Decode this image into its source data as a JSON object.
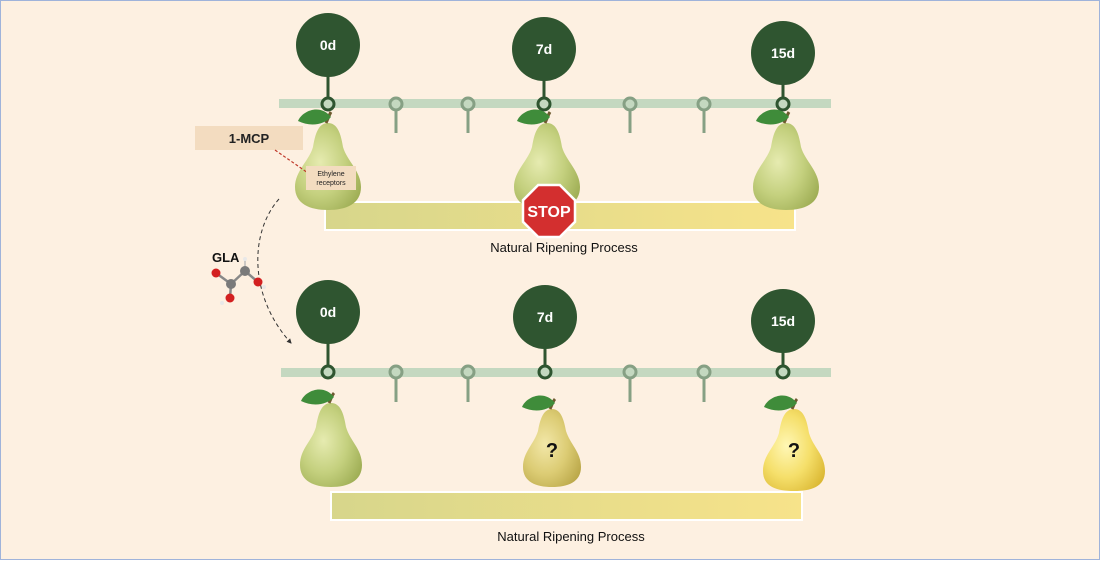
{
  "colors": {
    "background": "#fdf0e1",
    "badge": "#2f5530",
    "timeline": "#c4d8c0",
    "pin": "#86a084",
    "stop": "#d32f2f",
    "callout": "#f3dcc0"
  },
  "top_timeline": {
    "days": [
      "0d",
      "7d",
      "15d"
    ],
    "pears": [
      {
        "color": "green",
        "mark": ""
      },
      {
        "color": "green",
        "mark": ""
      },
      {
        "color": "green",
        "mark": ""
      }
    ],
    "bar_label": "Natural Ripening Process",
    "stop_label": "STOP",
    "stop_icon": "stop-sign-icon"
  },
  "bottom_timeline": {
    "days": [
      "0d",
      "7d",
      "15d"
    ],
    "pears": [
      {
        "color": "green",
        "mark": ""
      },
      {
        "color": "yellow-green",
        "mark": "?"
      },
      {
        "color": "yellow",
        "mark": "?"
      }
    ],
    "bar_label": "Natural Ripening Process"
  },
  "treatments": {
    "mcp_label": "1-MCP",
    "receptor_label_line1": "Ethylene",
    "receptor_label_line2": "receptors",
    "gla_label": "GLA",
    "molecule_icon": "glycolic-acid-molecule-icon"
  }
}
